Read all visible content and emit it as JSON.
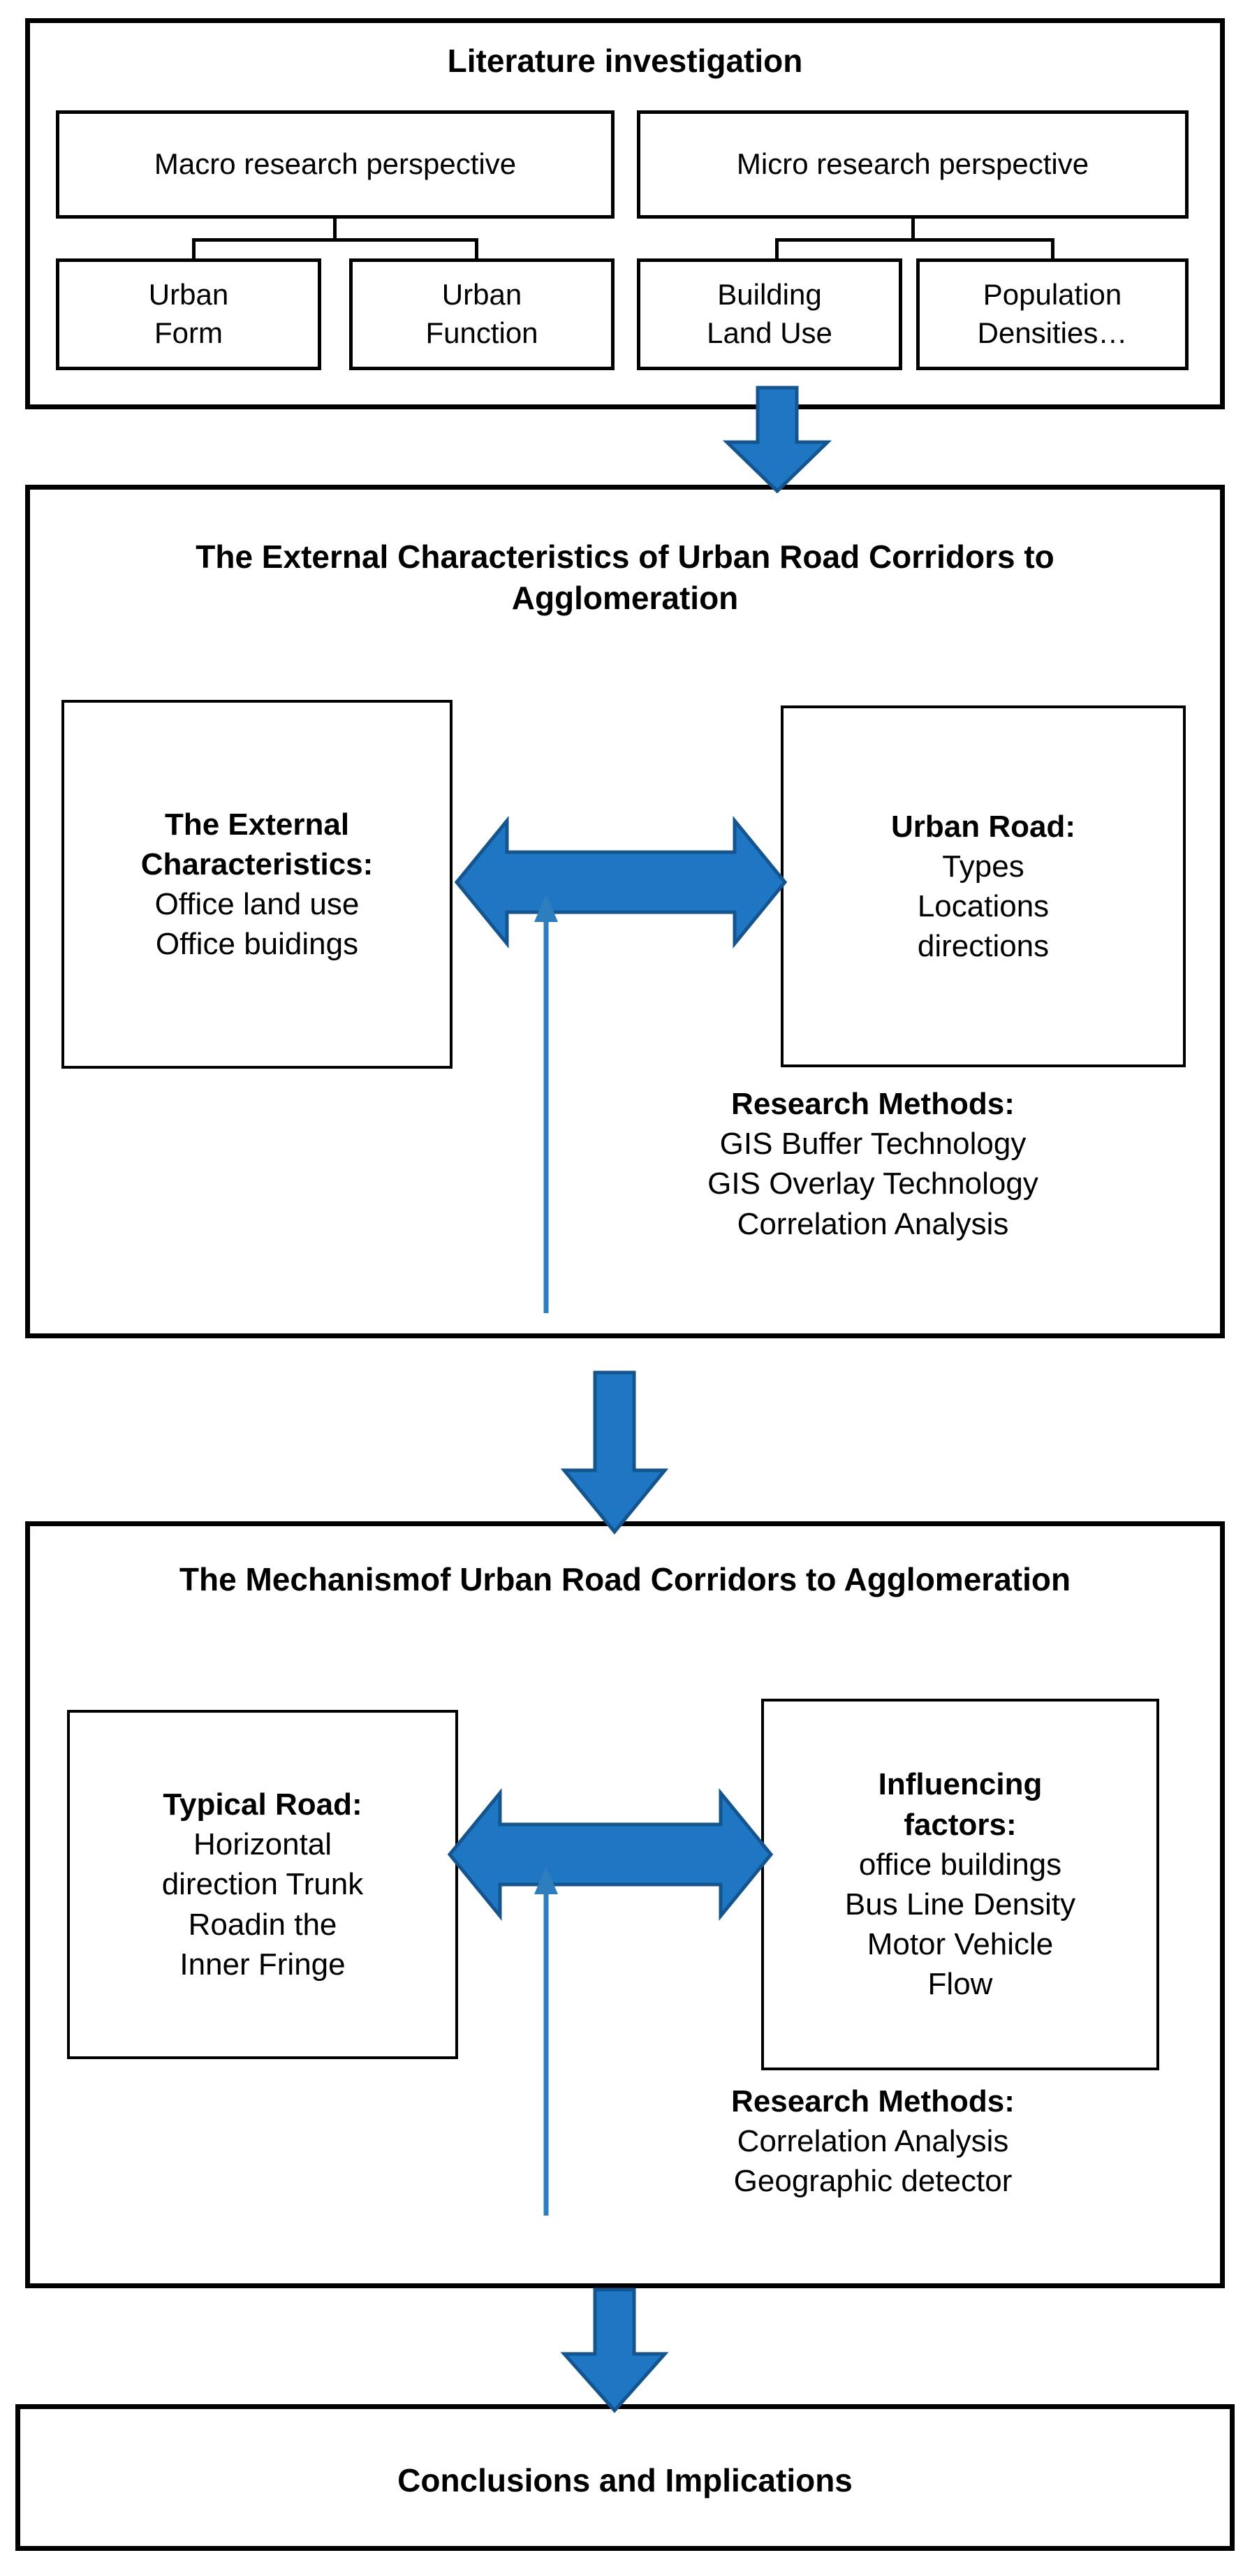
{
  "colors": {
    "arrow_fill": "#1F77C4",
    "arrow_stroke": "#15558F",
    "thin_arrow": "#2E7EBF",
    "box_border": "#000000",
    "background": "#FFFFFF"
  },
  "stage1": {
    "title": "Literature investigation",
    "perspectives": [
      {
        "label": "Macro research perspective"
      },
      {
        "label": "Micro research perspective"
      }
    ],
    "subtopics": [
      {
        "line1": "Urban",
        "line2": "Form"
      },
      {
        "line1": "Urban",
        "line2": "Function"
      },
      {
        "line1": "Building",
        "line2": "Land Use"
      },
      {
        "line1": "Population",
        "line2": "Densities…"
      }
    ]
  },
  "stage2": {
    "title": "The External Characteristics of Urban Road Corridors to Agglomeration",
    "left_box": {
      "heading_line1": "The External",
      "heading_line2": "Characteristics:",
      "items": [
        "Office land use",
        "Office buidings"
      ]
    },
    "right_box": {
      "heading": "Urban Road:",
      "items": [
        "Types",
        "Locations",
        "directions"
      ]
    },
    "methods": {
      "heading": "Research Methods:",
      "items": [
        "GIS Buffer Technology",
        "GIS Overlay Technology",
        "Correlation Analysis"
      ]
    }
  },
  "stage3": {
    "title": "The Mechanismof Urban Road Corridors to Agglomeration",
    "left_box": {
      "heading": "Typical Road:",
      "items": [
        "Horizontal",
        "direction Trunk",
        "Roadin the",
        "Inner Fringe"
      ]
    },
    "right_box": {
      "heading_line1": "Influencing",
      "heading_line2": "factors:",
      "items": [
        "office buildings",
        "Bus Line Density",
        "Motor Vehicle",
        "Flow"
      ]
    },
    "methods": {
      "heading": "Research Methods:",
      "items": [
        "Correlation Analysis",
        "Geographic detector"
      ]
    }
  },
  "stage4": {
    "title": "Conclusions and Implications"
  },
  "arrows": {
    "stage1_to_stage2": "down-arrow",
    "stage2_to_stage3": "down-arrow",
    "stage3_to_stage4": "down-arrow",
    "stage2_bidirectional": "left-right-arrow",
    "stage3_bidirectional": "left-right-arrow",
    "stage2_methods_link": "up-arrow-thin",
    "stage3_methods_link": "up-arrow-thin"
  }
}
